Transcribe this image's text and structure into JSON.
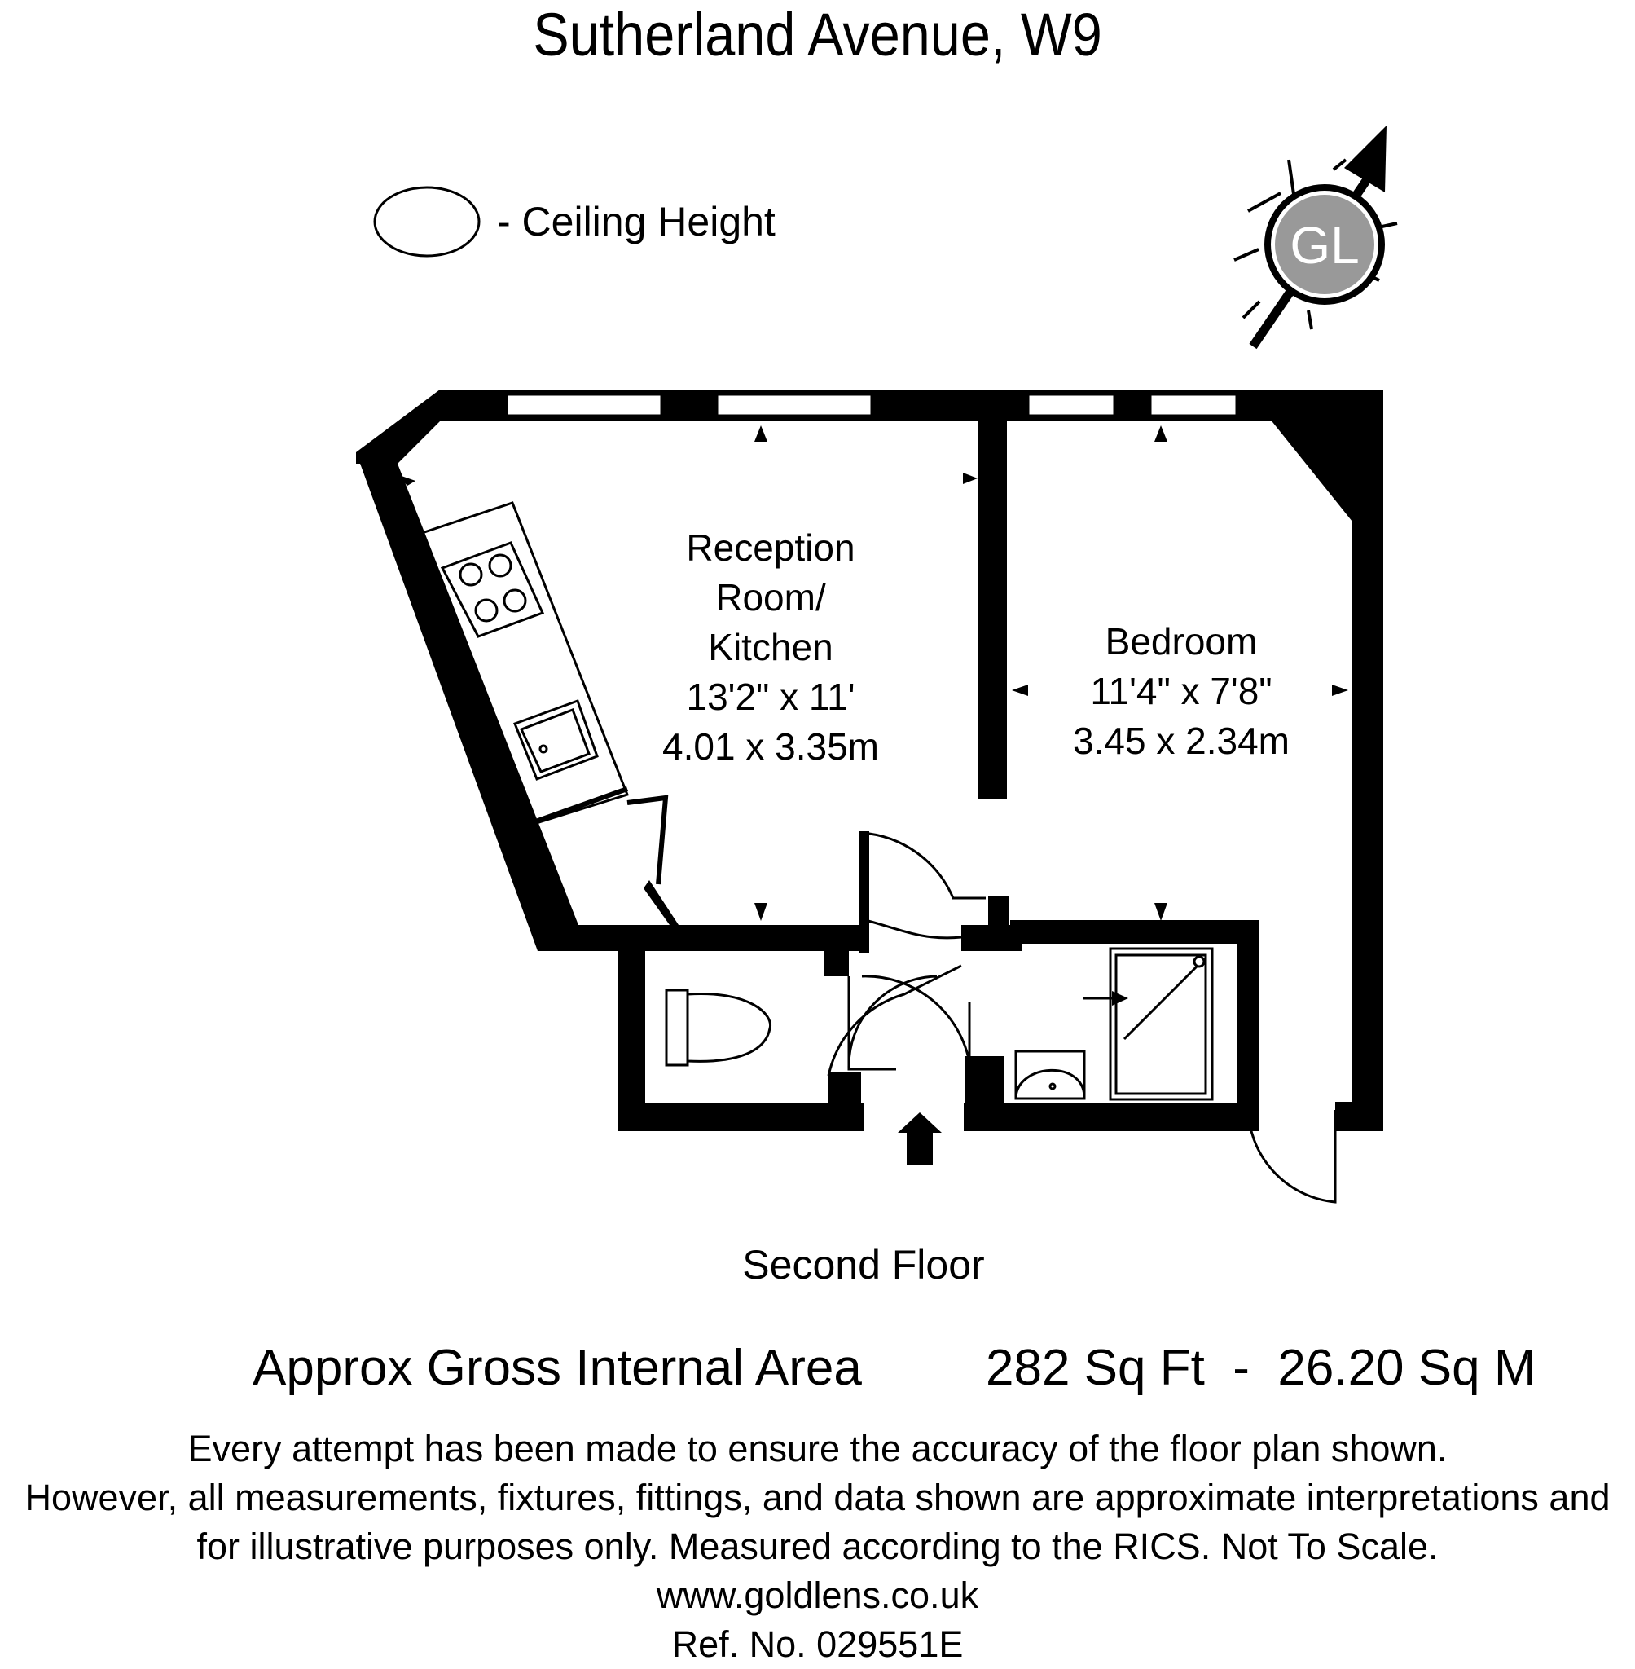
{
  "title": "Sutherland Avenue, W9",
  "legend": {
    "label": "- Ceiling Height"
  },
  "compass": {
    "label": "GL"
  },
  "rooms": {
    "reception": {
      "name_line1": "Reception",
      "name_line2": "Room/",
      "name_line3": "Kitchen",
      "imperial": "13'2\" x 11'",
      "metric": "4.01 x 3.35m"
    },
    "bedroom": {
      "name": "Bedroom",
      "imperial": "11'4\" x 7'8\"",
      "metric": "3.45 x 2.34m"
    }
  },
  "floor_name": "Second Floor",
  "area": {
    "label": "Approx Gross Internal Area",
    "value": "282 Sq Ft  -  26.20 Sq M"
  },
  "disclaimer": {
    "line1": "Every attempt has been made to ensure the accuracy of the floor plan shown.",
    "line2": "However, all measurements, fixtures, fittings, and data shown are approximate interpretations and",
    "line3": "for illustrative purposes only. Measured according to the RICS. Not To Scale."
  },
  "website": "www.goldlens.co.uk",
  "reference": "Ref. No. 029551E",
  "colors": {
    "wall": "#000000",
    "logo_fill": "#999999",
    "background": "#ffffff"
  }
}
